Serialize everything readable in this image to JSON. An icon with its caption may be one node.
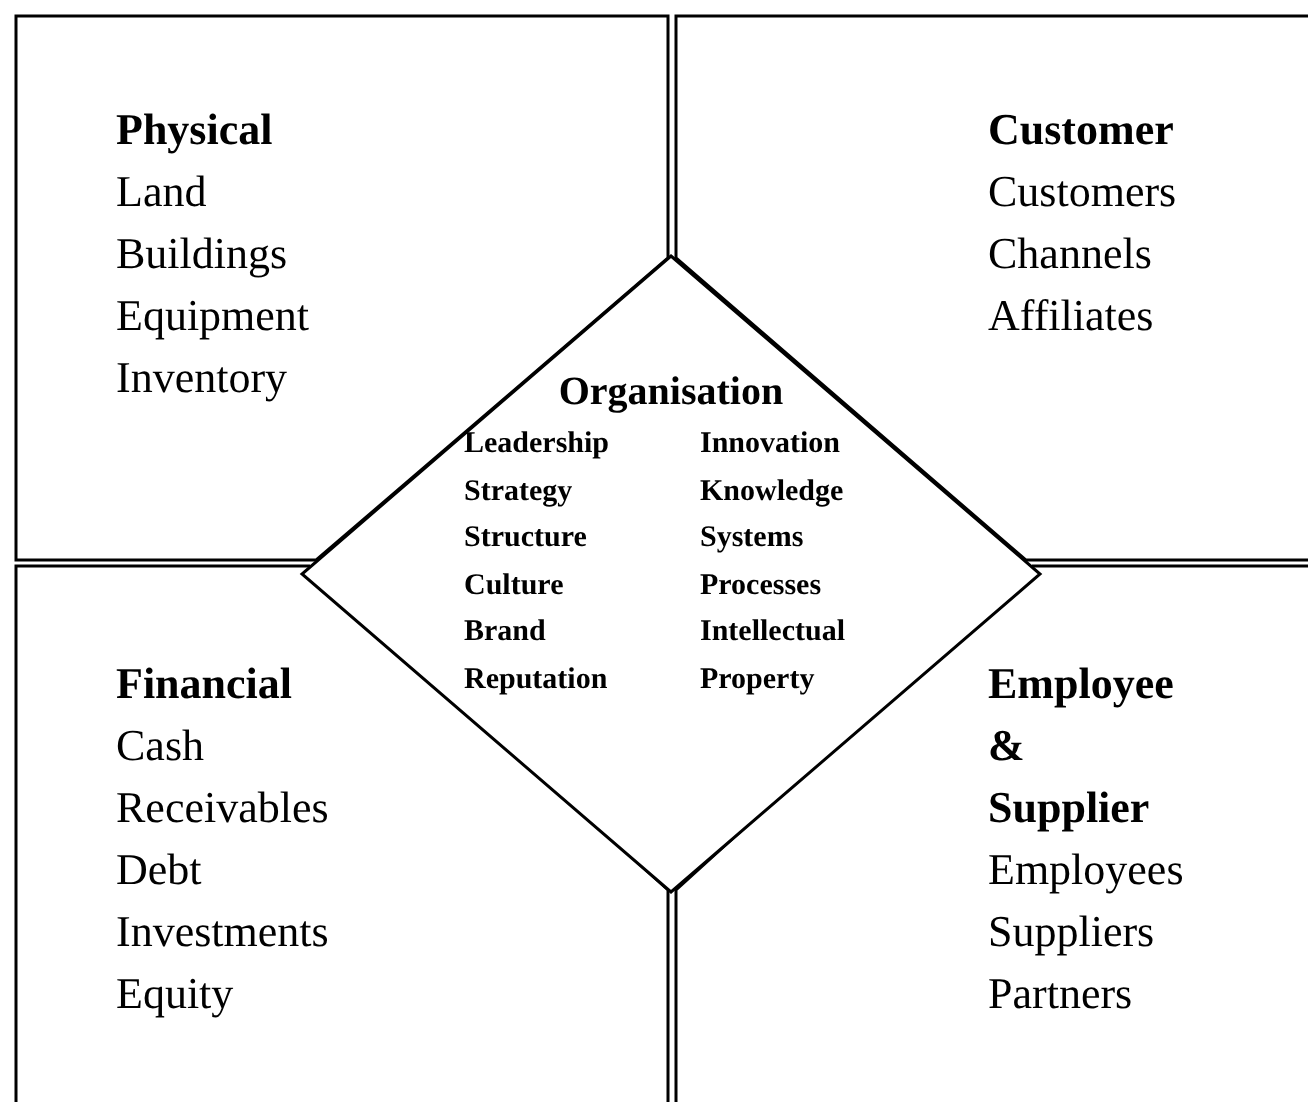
{
  "diagram": {
    "nodes": [
      {
        "text": [
          "Physical",
          "Land",
          "Buildings",
          "Equipment",
          "Inventory"
        ]
      },
      {
        "text": [
          "Customer",
          "Customers",
          "Channels",
          "Affiliates"
        ]
      },
      {
        "text": [
          "Organisation",
          "Leadership",
          "Strategy",
          "Structure",
          "Culture",
          "Brand",
          "Reputation",
          "Innovation",
          "Knowledge",
          "Systems",
          "Processes",
          "Intellectual Property"
        ]
      },
      {
        "text": [
          "Financial",
          "Cash",
          "Receivables",
          "Debt",
          "Investments",
          "Equity"
        ]
      },
      {
        "text": [
          "Employee & Supplier",
          "Employees",
          "Suppliers",
          "Partners"
        ]
      }
    ]
  }
}
